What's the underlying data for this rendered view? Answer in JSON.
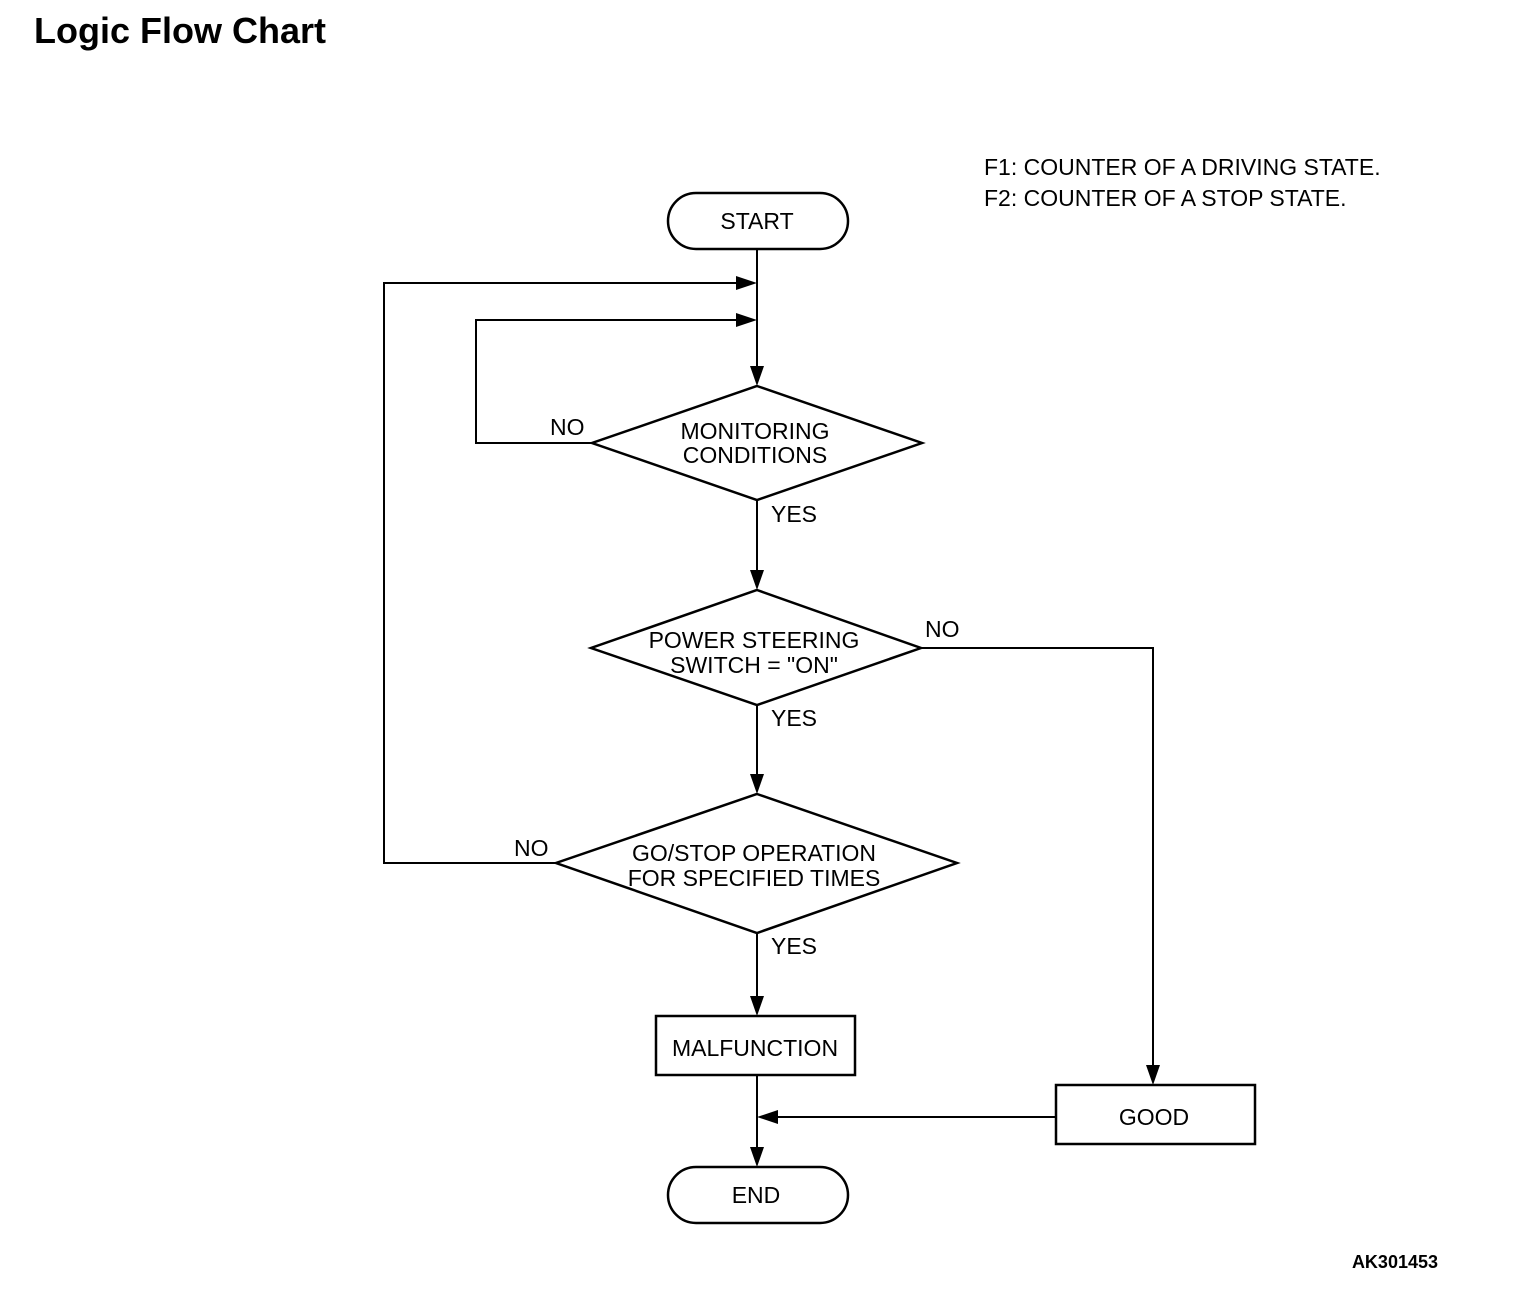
{
  "title": "Logic Flow Chart",
  "legend": [
    "F1: COUNTER OF A DRIVING STATE.",
    "F2: COUNTER OF A STOP STATE."
  ],
  "figure_code": "AK301453",
  "nodes": {
    "start": "START",
    "monitoring": {
      "line1": "MONITORING",
      "line2": "CONDITIONS"
    },
    "power_steering": {
      "line1": "POWER STEERING",
      "line2": "SWITCH = \"ON\""
    },
    "go_stop": {
      "line1": "GO/STOP OPERATION",
      "line2": "FOR SPECIFIED TIMES"
    },
    "malfunction": "MALFUNCTION",
    "good": "GOOD",
    "end": "END"
  },
  "edge_labels": {
    "monitoring_no": "NO",
    "monitoring_yes": "YES",
    "power_steering_no": "NO",
    "power_steering_yes": "YES",
    "go_stop_no": "NO",
    "go_stop_yes": "YES"
  }
}
